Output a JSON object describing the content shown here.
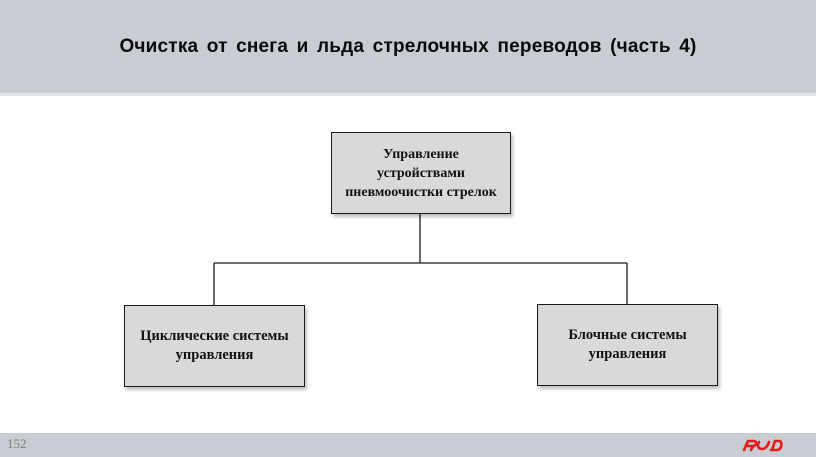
{
  "slide": {
    "title": "Очистка от снега и льда стрелочных переводов (часть 4)",
    "page_number": "152"
  },
  "diagram": {
    "root": {
      "label": "Управление устройствами пневмоочистки стрелок"
    },
    "children": [
      {
        "label": "Циклические системы управления"
      },
      {
        "label": "Блочные системы управления"
      }
    ]
  },
  "colors": {
    "header_bg": "#c9ccd2",
    "box_fill": "#d9d9d9",
    "logo_red": "#e21a1a"
  },
  "logo": {
    "icon": "rzd-logo-icon"
  }
}
